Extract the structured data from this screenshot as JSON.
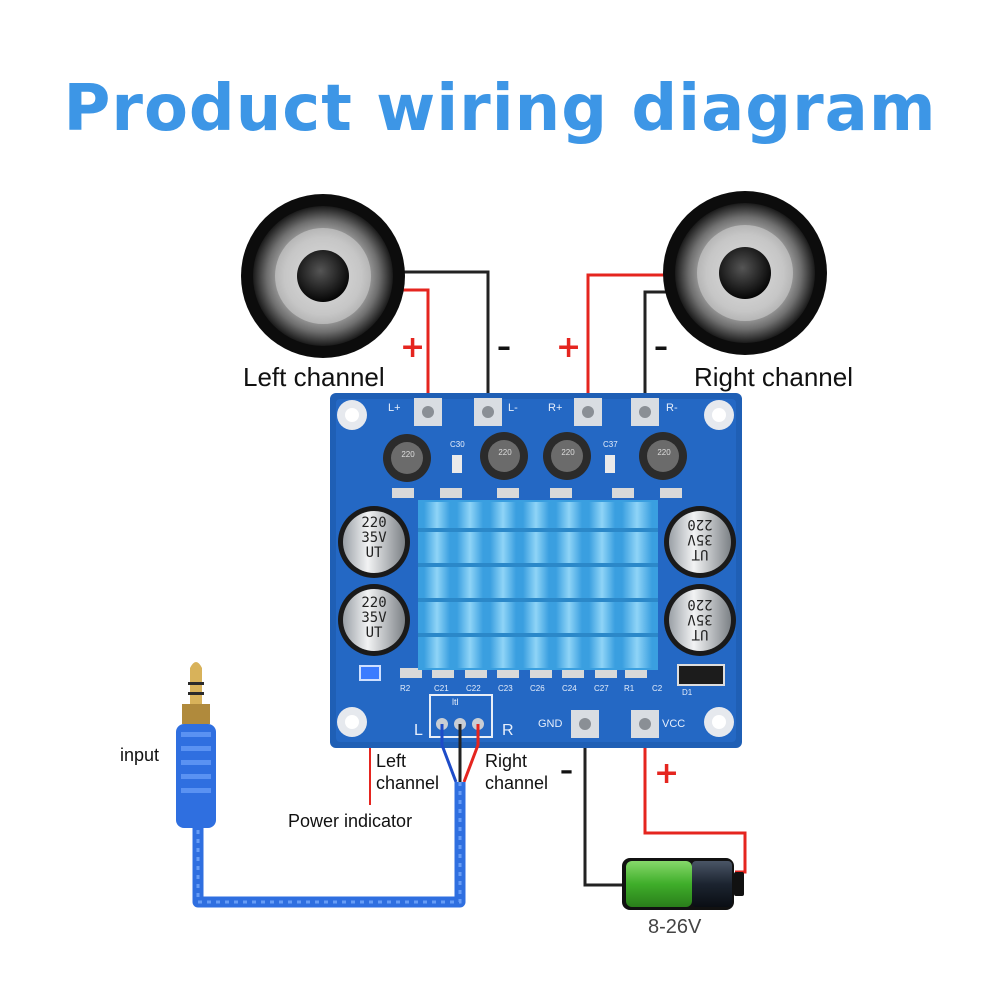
{
  "title": "Product wiring diagram",
  "labels": {
    "left_channel": "Left channel",
    "right_channel": "Right channel",
    "input": "input",
    "power_indicator": "Power indicator",
    "jack_left": "Left\nchannel",
    "jack_right": "Right\nchannel",
    "voltage": "8-26V"
  },
  "signs": {
    "plus": "+",
    "minus": "–"
  },
  "board": {
    "terminals": [
      "L+",
      "L-",
      "R+",
      "R-",
      "GND",
      "VCC"
    ],
    "caps": [
      "220\n35V\nUT",
      "220\n35V\nUT",
      "UT\n35V\n220",
      "UT\n35V\n220"
    ],
    "inductors": [
      "220",
      "220",
      "220",
      "220"
    ],
    "silk_top": [
      "C30",
      "C37"
    ],
    "silk_bottom": [
      "R2",
      "C21",
      "C22",
      "C23",
      "C26",
      "C24",
      "C27",
      "R1",
      "C2",
      "D1"
    ],
    "jack_header": "ltl",
    "jack_side": [
      "L",
      "R"
    ]
  },
  "colors": {
    "title": "#3d96e6",
    "board": "#1f5fb5",
    "red_wire": "#e5251f",
    "black_wire": "#222222",
    "heatsink": "#5fb9ec",
    "battery_green": "#3fae2a",
    "cable_blue": "#2f6fe0"
  }
}
